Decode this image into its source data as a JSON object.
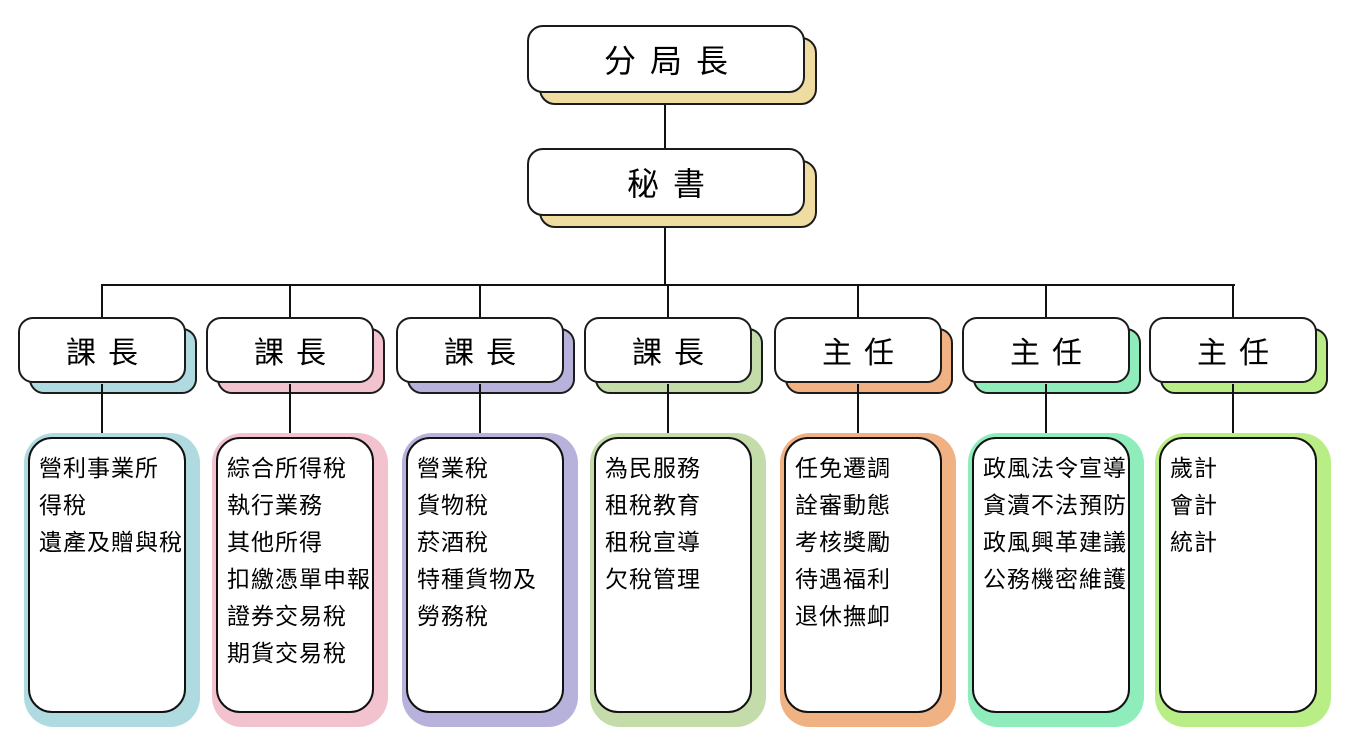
{
  "page": {
    "background": "#ffffff",
    "line_color": "#111111",
    "top_shadow_color": "#EEDCA0"
  },
  "root": {
    "label": "分局長",
    "shadow_color": "#EEDCA0"
  },
  "secretary": {
    "label": "秘書",
    "shadow_color": "#EEDCA0"
  },
  "branches": [
    {
      "head": "課長",
      "color": "#AEDAE0",
      "duties": [
        "營利事業所",
        "得稅",
        "遺產及贈與稅"
      ]
    },
    {
      "head": "課長",
      "color": "#F2C3CF",
      "duties": [
        "綜合所得稅",
        "執行業務",
        "其他所得",
        "扣繳憑單申報",
        "證券交易稅",
        "期貨交易稅"
      ]
    },
    {
      "head": "課長",
      "color": "#B7B2DC",
      "duties": [
        "營業稅",
        "貨物稅",
        "菸酒稅",
        "特種貨物及",
        "勞務稅"
      ]
    },
    {
      "head": "課長",
      "color": "#C3DCA9",
      "duties": [
        "為民服務",
        "租稅教育",
        "租稅宣導",
        "欠稅管理"
      ]
    },
    {
      "head": "主任",
      "color": "#F0B183",
      "duties": [
        "任免遷調",
        "詮審動態",
        "考核獎勵",
        "待遇福利",
        "退休撫卹"
      ]
    },
    {
      "head": "主任",
      "color": "#8EEDBA",
      "duties": [
        "政風法令宣導",
        "貪瀆不法預防",
        "政風興革建議",
        "公務機密維護"
      ]
    },
    {
      "head": "主任",
      "color": "#B8EE85",
      "duties": [
        "歲計",
        "會計",
        "統計"
      ]
    }
  ],
  "layout_note": "organization chart, 2 top nodes over 7 branch columns"
}
